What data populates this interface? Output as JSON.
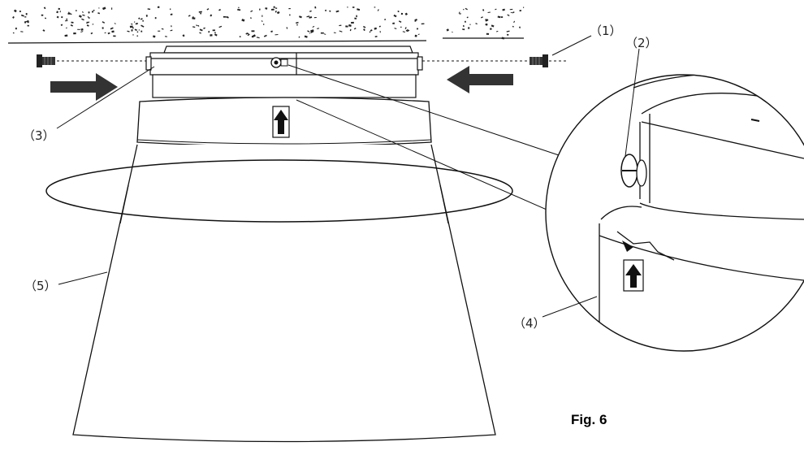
{
  "figure": {
    "caption": "Fig. 6",
    "callouts": {
      "c1": "（1）",
      "c2": "（2）",
      "c3": "（3）",
      "c4": "（4）",
      "c5": "（5）"
    }
  },
  "colors": {
    "line": "#111111",
    "arrow_fill": "#333333",
    "background": "#ffffff"
  },
  "icons": [
    "ceiling-texture",
    "screw-icon",
    "push-arrow-icon",
    "up-arrow-label-icon",
    "rotate-arrow-icon"
  ]
}
